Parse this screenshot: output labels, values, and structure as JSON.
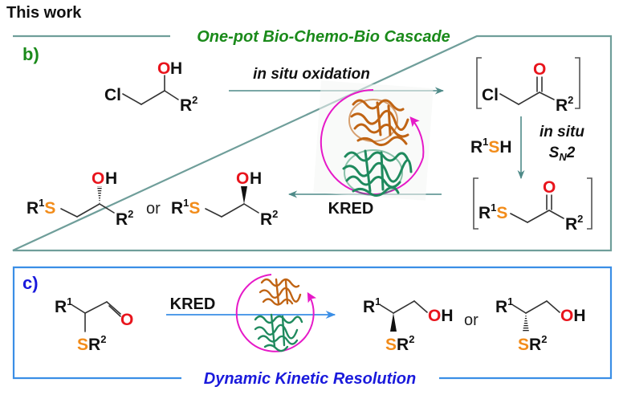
{
  "heading": "This work",
  "panel_b": {
    "label": "b)",
    "title": "One-pot Bio-Chemo-Bio Cascade",
    "border_color": "#6f9e9a",
    "arrow_color": "#4e8a88",
    "step1_condition": "in situ oxidation",
    "step2_reagent": {
      "r": "R",
      "r_sup": "1",
      "s": "S",
      "h": "H"
    },
    "step2_condition_line1": "in situ",
    "step2_condition_sn": "S",
    "step2_condition_sub": "N",
    "step2_condition_two": "2",
    "step3_condition": "KRED",
    "substrate": {
      "cl": "Cl",
      "o": "O",
      "h": "H",
      "r": "R",
      "r_sup": "2"
    },
    "intermediate1": {
      "cl": "Cl",
      "o": "O",
      "r": "R",
      "r_sup": "2"
    },
    "intermediate2": {
      "r1": "R",
      "r1_sup": "1",
      "s": "S",
      "o": "O",
      "r2": "R",
      "r2_sup": "2"
    },
    "product_a": {
      "r1": "R",
      "r1_sup": "1",
      "s": "S",
      "o": "O",
      "h": "H",
      "r2": "R",
      "r2_sup": "2",
      "stereo": "hashed"
    },
    "or_text": "or",
    "product_b": {
      "r1": "R",
      "r1_sup": "1",
      "s": "S",
      "o": "O",
      "h": "H",
      "r2": "R",
      "r2_sup": "2",
      "stereo": "wedge"
    },
    "enzyme_icon": "enzyme-cycle"
  },
  "panel_c": {
    "label": "c)",
    "title": "Dynamic Kinetic Resolution",
    "border_color": "#3a8ee6",
    "arrow_color": "#3a8ee6",
    "condition": "KRED",
    "substrate": {
      "r1": "R",
      "r1_sup": "1",
      "o": "O",
      "s": "S",
      "r2": "R",
      "r2_sup": "2"
    },
    "product_a": {
      "r1": "R",
      "r1_sup": "1",
      "o": "O",
      "h": "H",
      "s": "S",
      "r2": "R",
      "r2_sup": "2",
      "stereo": "wedge"
    },
    "or_text": "or",
    "product_b": {
      "r1": "R",
      "r1_sup": "1",
      "o": "O",
      "h": "H",
      "s": "S",
      "r2": "R",
      "r2_sup": "2",
      "stereo": "hashed"
    },
    "enzyme_icon": "enzyme-cycle"
  },
  "colors": {
    "oxygen": "#e8141c",
    "sulfur": "#f28c1a",
    "cycle": "#e619c8",
    "enzyme_top": "#c06414",
    "enzyme_bottom": "#1f8a5e",
    "green_text": "#1a8a1a",
    "blue_text": "#1a1adc"
  }
}
